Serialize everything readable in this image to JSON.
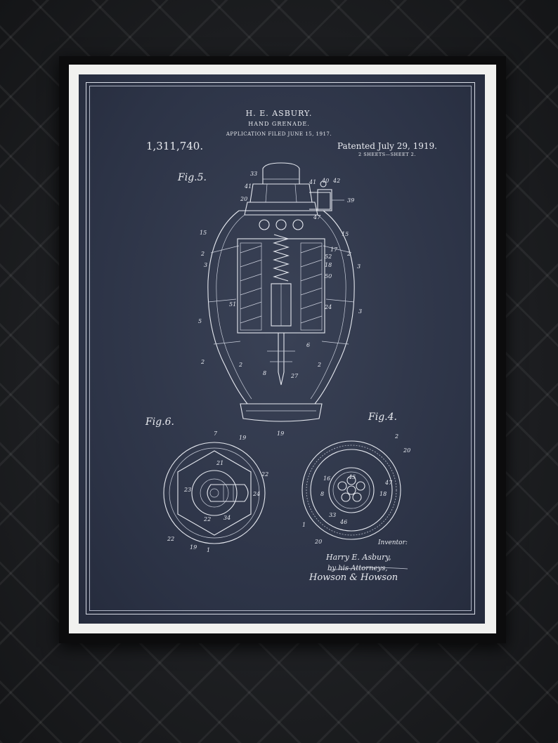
{
  "patent": {
    "inventor": "H. E. ASBURY.",
    "title": "HAND GRENADE.",
    "filed": "APPLICATION FILED JUNE 15, 1917.",
    "number": "1,311,740.",
    "date": "Patented July 29, 1919.",
    "sheets": "2 SHEETS—SHEET 2."
  },
  "figures": {
    "fig5": "Fig.5.",
    "fig6": "Fig.6.",
    "fig4": "Fig.4."
  },
  "signature": {
    "label": "Inventor:",
    "name": "Harry E. Asbury,",
    "attorneys": "by his Attorneys,",
    "firm": "Howson & Howson"
  },
  "colors": {
    "poster": "#2c3346",
    "lines": "#e6e9f0",
    "mat": "#f1f1ef",
    "frame": "#0c0c0d",
    "plate": "#1e2023"
  }
}
